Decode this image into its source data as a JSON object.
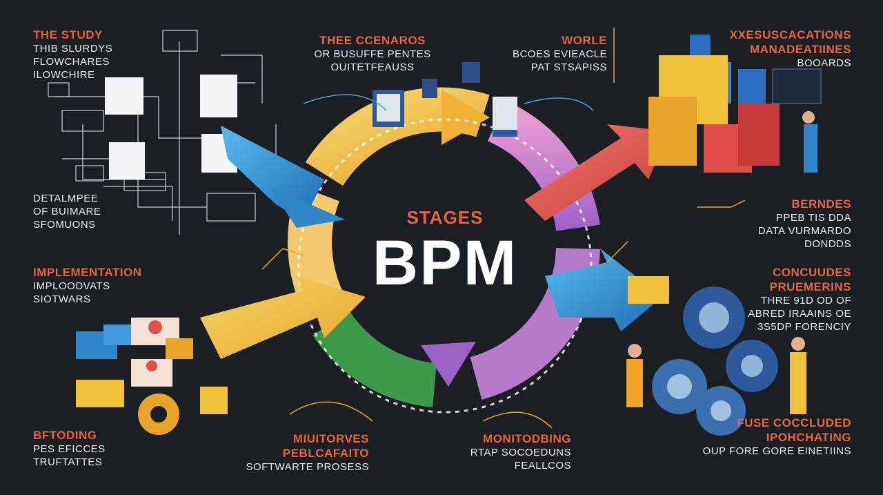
{
  "center": {
    "subtitle": "STAGES",
    "title": "BPM"
  },
  "blocks": {
    "top_left": {
      "heading": "THE STUDY",
      "lines": [
        "THIB SLURDYS",
        "FLOWCHARES",
        "ILOWCHIRE"
      ]
    },
    "top_center": {
      "heading": "THEE CCENAROS",
      "lines": [
        "OR BUSUFFE PENTES",
        "OUITETFEAUSS"
      ]
    },
    "top_mid_right": {
      "heading": "WORLE",
      "lines": [
        "BCOES EVIEACLE",
        "PAT STSAPISS"
      ]
    },
    "top_right": {
      "heading": "XXESUSCACATIONS",
      "lines": [
        "MANADEATIINES",
        "BOOARDS"
      ]
    },
    "mid_left": {
      "heading": "",
      "lines": [
        "DETALMPEE",
        "OF BUIMARE",
        "SFOMUONS"
      ]
    },
    "mid_right": {
      "heading": "BERNDES",
      "lines": [
        "PPEB TIS DDA",
        "DATA VURMARDO",
        "DONDDS"
      ]
    },
    "impl_left": {
      "heading": "IMPLEMENTATION",
      "lines": [
        "IMPLOODVATS",
        "SIOTWARS"
      ]
    },
    "concl_right": {
      "heading": "CONCUUDES PRUEMERINS",
      "lines": [
        "THRE 91D OD OF",
        "ABRED IRAAINS OE",
        "3S5DP FORENCIY"
      ]
    },
    "bottom_left": {
      "heading": "BFTODING",
      "lines": [
        "PES EFICCES",
        "TRUFTATTES"
      ]
    },
    "bottom_center": {
      "heading": "MIUITORVES PEBLCAFAITO",
      "lines": [
        "SOFTWARTE PROSESS"
      ]
    },
    "bottom_mid": {
      "heading": "MONITODBING",
      "lines": [
        "RTAP SOCOEDUNS",
        "FEALLCOS"
      ]
    },
    "bottom_right": {
      "heading": "FUSE COCCLUDED IPOHCHATING",
      "lines": [
        "OUP FORE GORE EINETIINS"
      ]
    }
  },
  "colors": {
    "background": "#1b1f24",
    "accent": "#e8643a",
    "cycle": [
      "#f2b134",
      "#f5c870",
      "#c56ab0",
      "#8b5bc2",
      "#3e9a4a",
      "#e9c34a",
      "#2f9ad6",
      "#e24f4a"
    ]
  }
}
